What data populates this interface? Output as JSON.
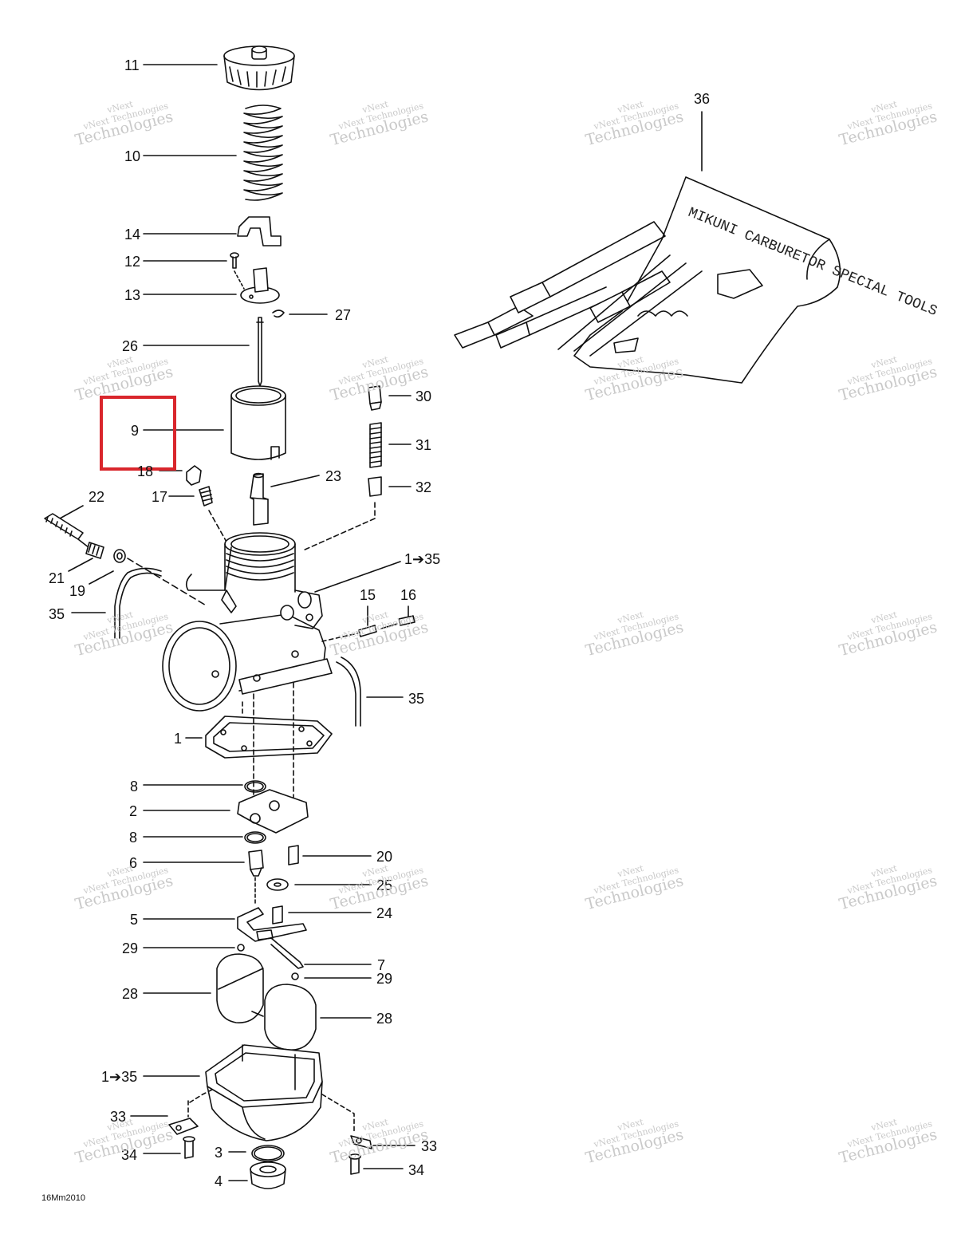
{
  "diagram": {
    "callouts": {
      "p11": "11",
      "p10": "10",
      "p14": "14",
      "p12": "12",
      "p13": "13",
      "p27": "27",
      "p26": "26",
      "p9": "9",
      "p18": "18",
      "p17": "17",
      "p23": "23",
      "p30": "30",
      "p31": "31",
      "p32": "32",
      "p22": "22",
      "p21": "21",
      "p19": "19",
      "p35a": "35",
      "p1to35a": "1➔35",
      "p15": "15",
      "p16": "16",
      "p35b": "35",
      "p1": "1",
      "p8a": "8",
      "p2": "2",
      "p8b": "8",
      "p20": "20",
      "p6": "6",
      "p25": "25",
      "p24": "24",
      "p5": "5",
      "p29a": "29",
      "p7": "7",
      "p29b": "29",
      "p28a": "28",
      "p28b": "28",
      "p1to35b": "1➔35",
      "p33a": "33",
      "p34a": "34",
      "p3": "3",
      "p4": "4",
      "p33b": "33",
      "p34b": "34",
      "p36": "36"
    },
    "highlighted_callout": "9",
    "toolkit_text": "MIKUNI CARBURETOR SPECIAL TOOLS",
    "drawing_code": "16Mm2010"
  },
  "watermark": {
    "line1": "vNext",
    "line2": "vNext Technologies",
    "line3": "Technologies"
  },
  "colors": {
    "highlight": "#d9262c",
    "line": "#111111",
    "watermark": "#c9c9c9"
  }
}
